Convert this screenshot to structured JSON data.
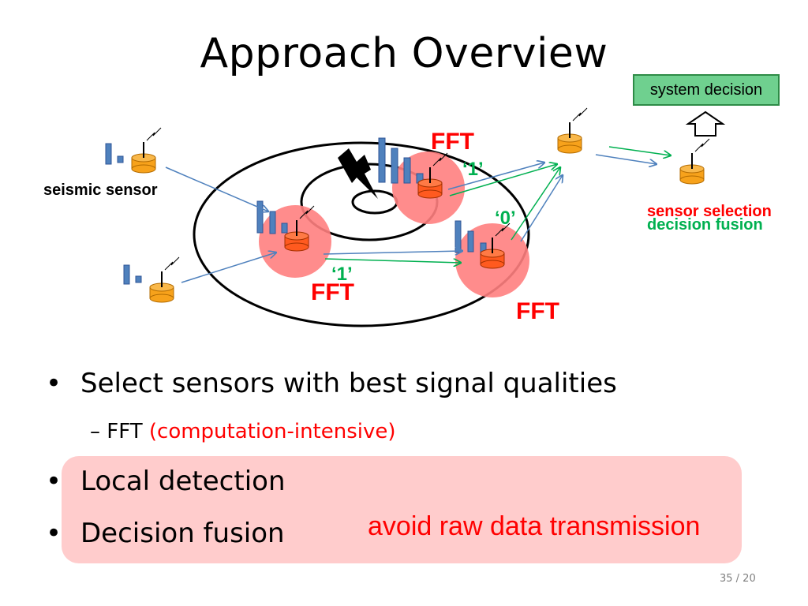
{
  "title": "Approach Overview",
  "diagram": {
    "system_decision": "system decision",
    "seismic_sensor": "seismic sensor",
    "sensor_selection": "sensor selection",
    "decision_fusion": "decision fusion",
    "fft_label": "FFT",
    "bit_one": "‘1’",
    "bit_zero": "‘0’",
    "colors": {
      "fft_red": "#ff0000",
      "bit_green": "#00b050",
      "sensor_orange": "#f7a21b",
      "active_sensor": "#ff5a1f",
      "halo": "#ff8080",
      "arrow_blue": "#4f81bd",
      "arrow_green": "#00b050",
      "bar_blue": "#4f81bd"
    }
  },
  "bullets": [
    {
      "text": "Select sensors with best signal qualities"
    },
    {
      "text": "Local detection"
    },
    {
      "text": "Decision fusion"
    }
  ],
  "sub_bullet": {
    "dash": "–",
    "text": "FFT",
    "note": "(computation-intensive)"
  },
  "highlight_note": "avoid raw data transmission",
  "page_number": "35 / 20"
}
